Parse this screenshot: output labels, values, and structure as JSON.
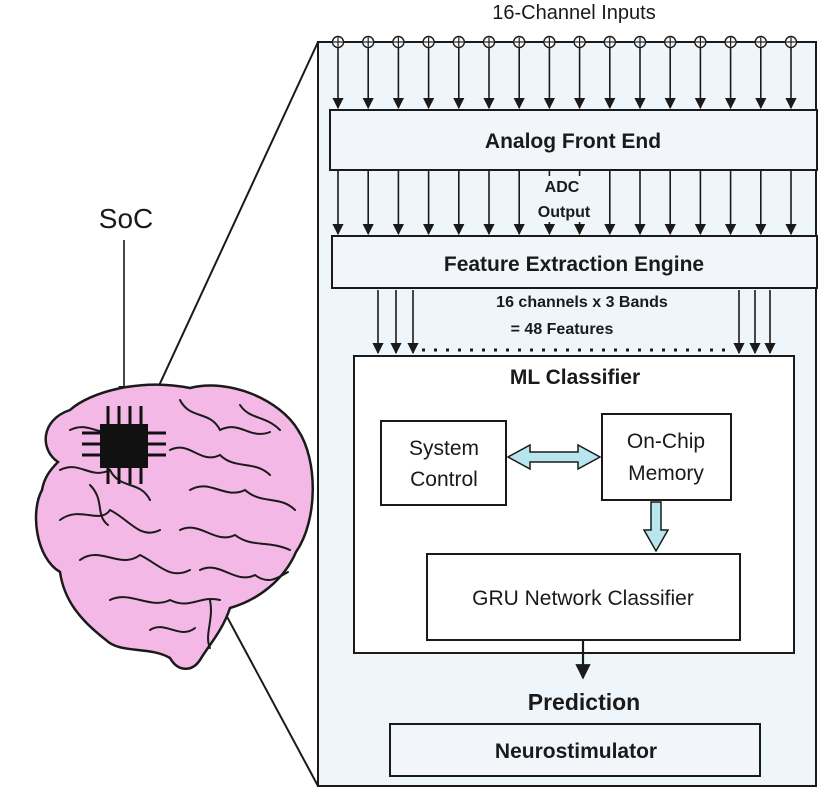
{
  "header": {
    "inputs_label": "16-Channel Inputs"
  },
  "soc": {
    "label": "SoC"
  },
  "blocks": {
    "afe": "Analog Front End",
    "adc_line1": "ADC",
    "adc_line2": "Output",
    "fee": "Feature Extraction Engine",
    "features_line1": "16 channels x 3 Bands",
    "features_line2": "= 48 Features",
    "ml_title": "ML Classifier",
    "sys_line1": "System",
    "sys_line2": "Control",
    "mem_line1": "On-Chip",
    "mem_line2": "Memory",
    "gru": "GRU Network Classifier",
    "prediction": "Prediction",
    "neuro": "Neurostimulator"
  },
  "colors": {
    "panel_fill": "#eef5fb",
    "box_fill": "#f2f6fa",
    "bidir_arrow": "#b7e6ef",
    "brain_fill": "#f3b8e6",
    "chip": "#111111"
  },
  "icons": {
    "input_node": "circle-plus-icon",
    "chip": "chip-icon",
    "brain": "brain-icon"
  }
}
